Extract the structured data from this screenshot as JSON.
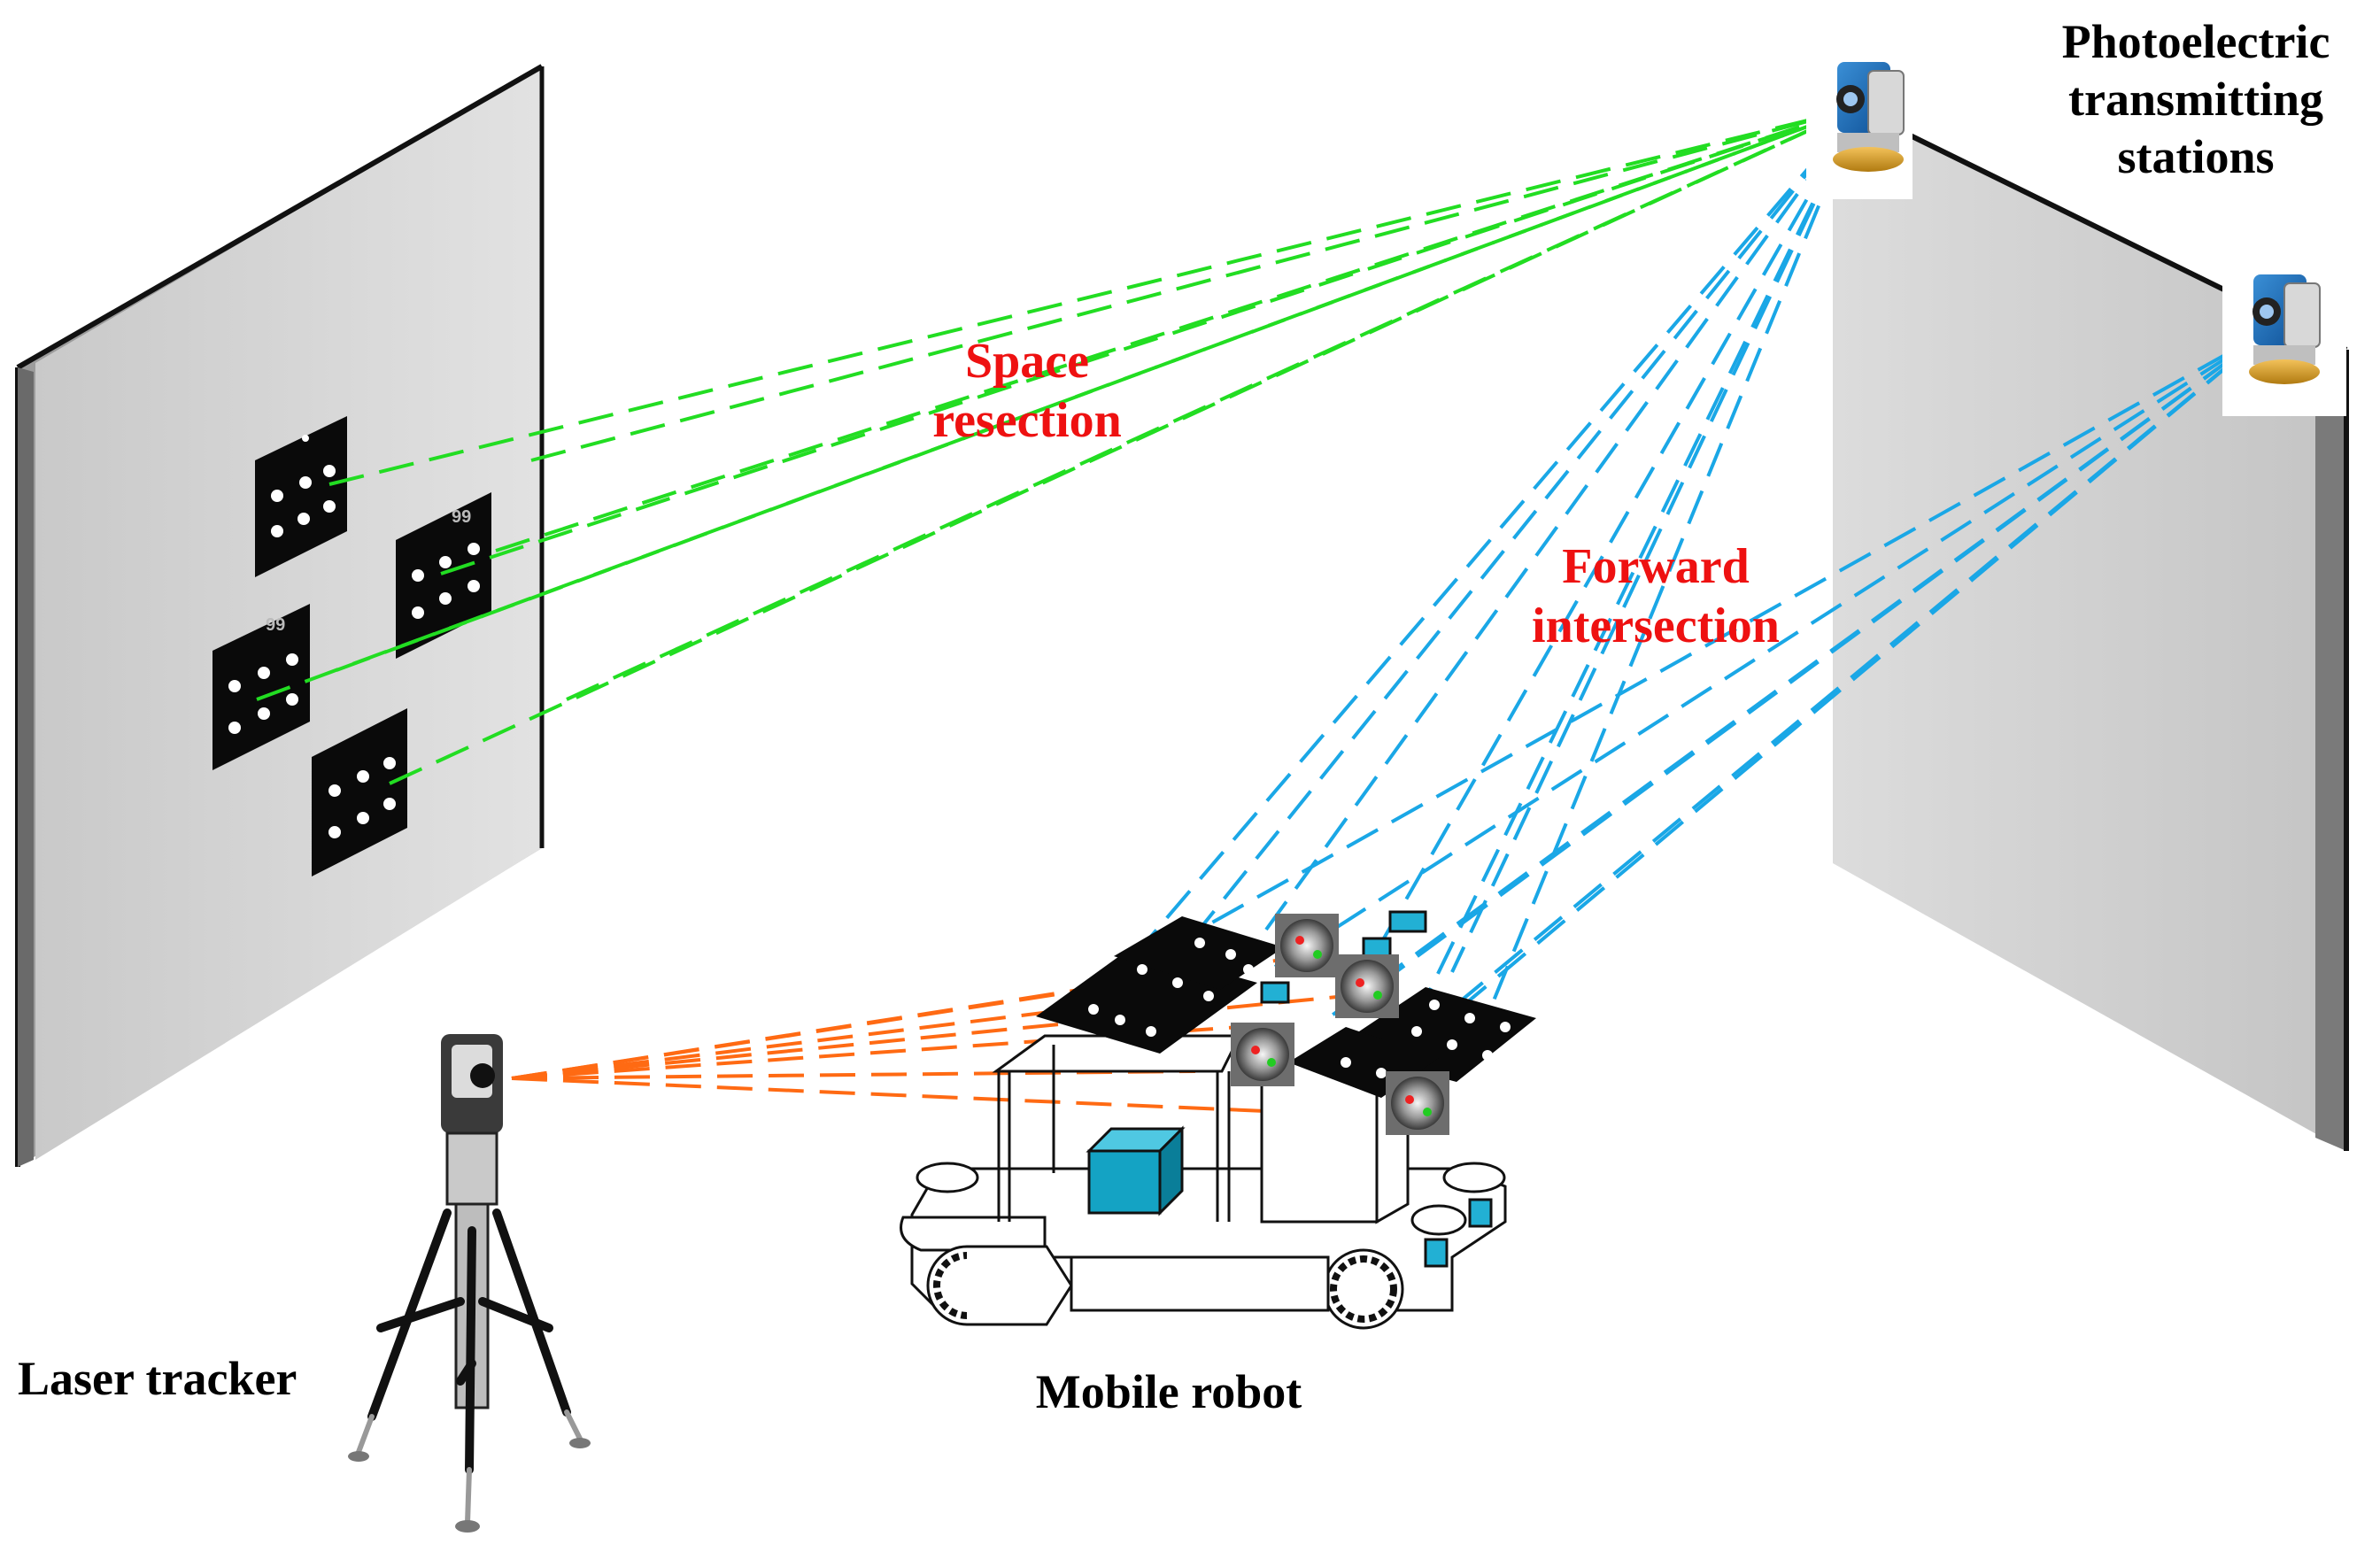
{
  "labels": {
    "stations": [
      "Photoelectric",
      "transmitting",
      "stations"
    ],
    "space_resection": [
      "Space",
      "resection"
    ],
    "forward_intersection": [
      "Forward",
      "intersection"
    ],
    "laser_tracker": "Laser tracker",
    "mobile_robot": "Mobile robot",
    "target_code": "99"
  },
  "colors": {
    "resection_rays": "#22dd22",
    "intersection_rays": "#1aa7e6",
    "tracker_rays": "#ff6a13",
    "caption_red": "#ee1111",
    "wall_face": "#d8d8d8",
    "wall_edge": "#111111",
    "target_board": "#0a0a0a",
    "robot_box": "#14a3c4"
  },
  "icons": [
    "photoelectric-station-icon",
    "laser-tracker-icon",
    "mobile-robot-icon",
    "coded-target-icon",
    "retroreflector-icon"
  ]
}
